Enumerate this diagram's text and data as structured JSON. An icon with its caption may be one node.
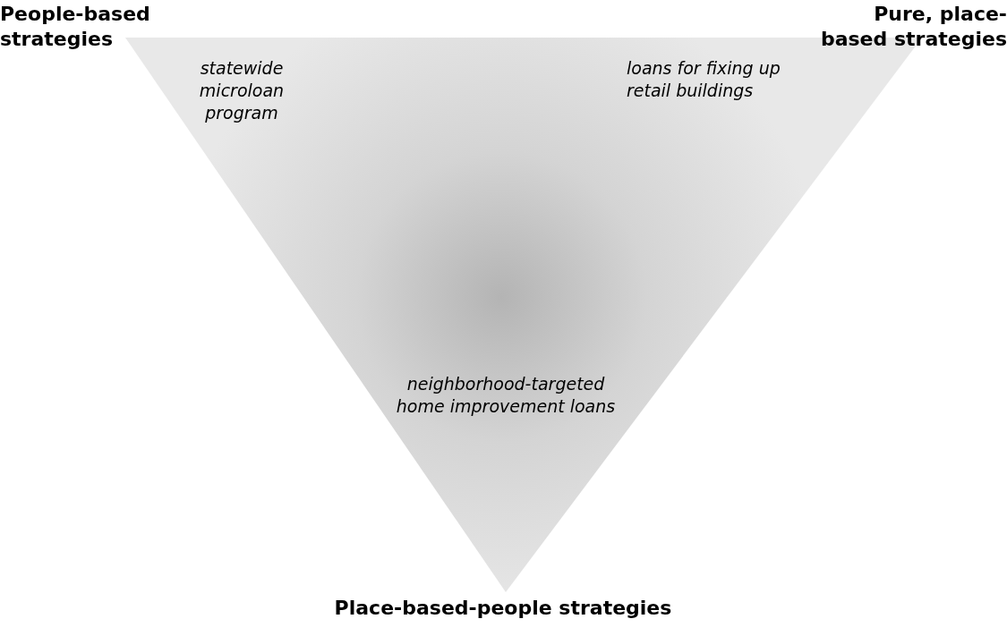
{
  "diagram": {
    "nodes": [
      {
        "text": [
          "statewide microloan program",
          "loans for fixing up retail buildings",
          "neighborhood-targeted home improvement loans"
        ]
      }
    ],
    "labels": [
      "People-based strategies",
      "Pure, place-based strategies",
      "Place-based-people strategies"
    ]
  }
}
